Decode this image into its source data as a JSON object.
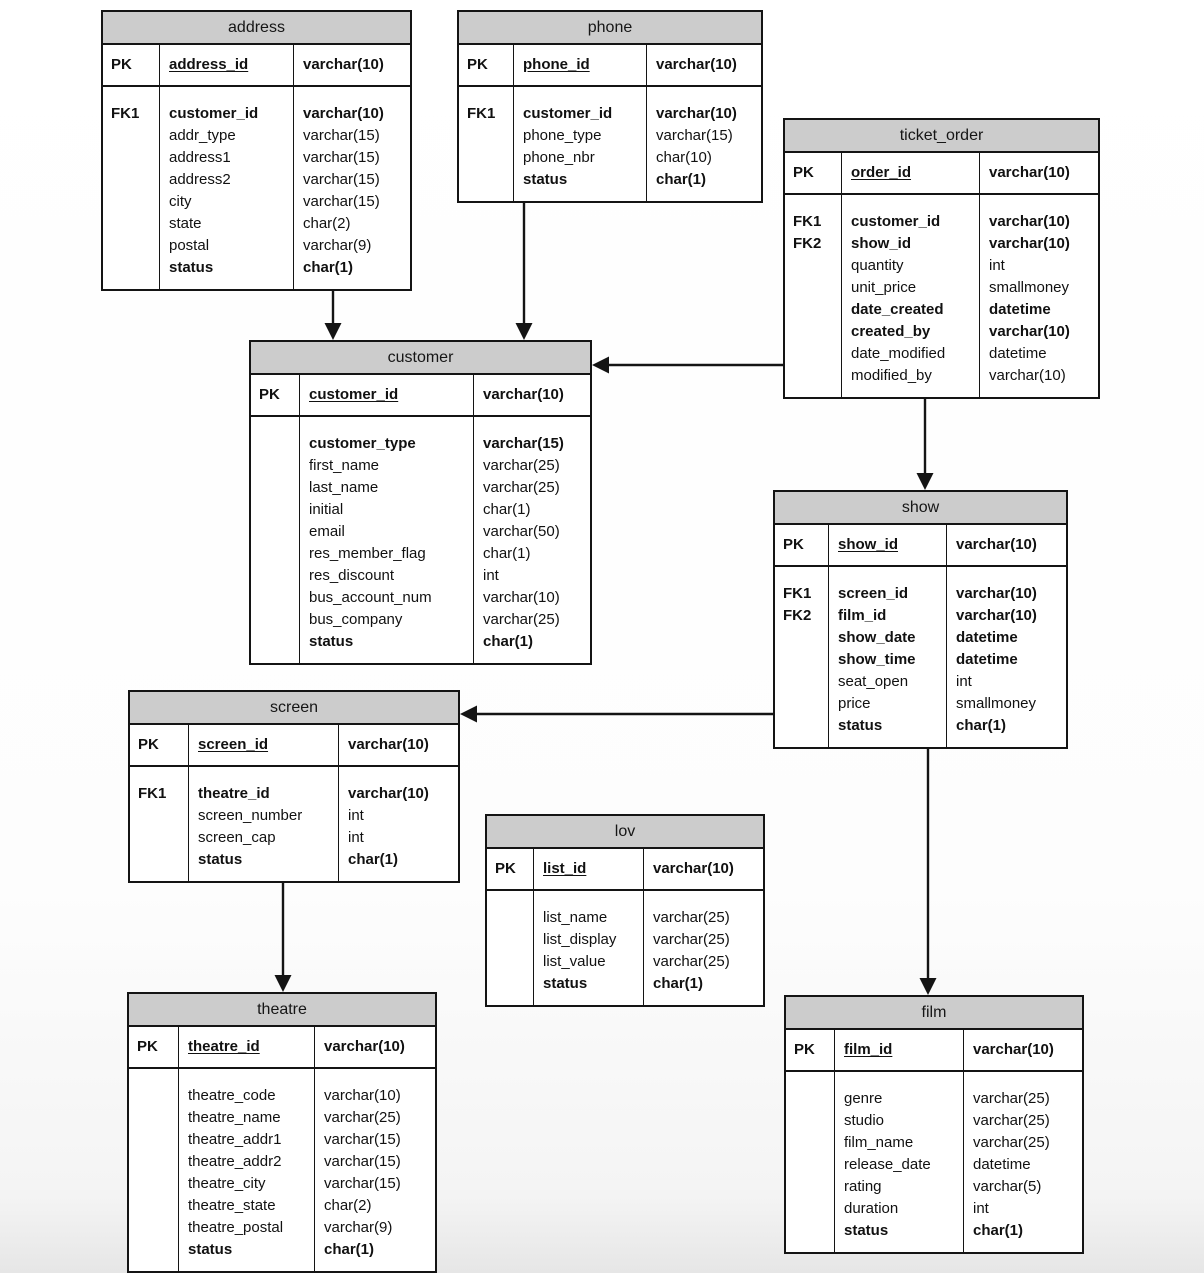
{
  "colors": {
    "table_header_bg": "#cccccc",
    "table_border": "#141414",
    "connector": "#141414",
    "page_background": "#ffffff"
  },
  "tables": {
    "address": {
      "title": "address",
      "pk": {
        "label": "PK",
        "field": "address_id",
        "type": "varchar(10)"
      },
      "body": [
        {
          "key": "FK1",
          "field": "customer_id",
          "type": "varchar(10)",
          "bold": true
        },
        {
          "key": "",
          "field": "addr_type",
          "type": "varchar(15)",
          "bold": false
        },
        {
          "key": "",
          "field": "address1",
          "type": "varchar(15)",
          "bold": false
        },
        {
          "key": "",
          "field": "address2",
          "type": "varchar(15)",
          "bold": false
        },
        {
          "key": "",
          "field": "city",
          "type": "varchar(15)",
          "bold": false
        },
        {
          "key": "",
          "field": "state",
          "type": "char(2)",
          "bold": false
        },
        {
          "key": "",
          "field": "postal",
          "type": "varchar(9)",
          "bold": false
        },
        {
          "key": "",
          "field": "status",
          "type": "char(1)",
          "bold": true
        }
      ]
    },
    "phone": {
      "title": "phone",
      "pk": {
        "label": "PK",
        "field": "phone_id",
        "type": "varchar(10)"
      },
      "body": [
        {
          "key": "FK1",
          "field": "customer_id",
          "type": "varchar(10)",
          "bold": true
        },
        {
          "key": "",
          "field": "phone_type",
          "type": "varchar(15)",
          "bold": false
        },
        {
          "key": "",
          "field": "phone_nbr",
          "type": "char(10)",
          "bold": false
        },
        {
          "key": "",
          "field": "status",
          "type": "char(1)",
          "bold": true
        }
      ]
    },
    "ticket_order": {
      "title": "ticket_order",
      "pk": {
        "label": "PK",
        "field": "order_id",
        "type": "varchar(10)"
      },
      "body": [
        {
          "key": "FK1",
          "field": "customer_id",
          "type": "varchar(10)",
          "bold": true
        },
        {
          "key": "FK2",
          "field": "show_id",
          "type": "varchar(10)",
          "bold": true
        },
        {
          "key": "",
          "field": "quantity",
          "type": "int",
          "bold": false
        },
        {
          "key": "",
          "field": "unit_price",
          "type": "smallmoney",
          "bold": false
        },
        {
          "key": "",
          "field": "date_created",
          "type": "datetime",
          "bold": true
        },
        {
          "key": "",
          "field": "created_by",
          "type": "varchar(10)",
          "bold": true
        },
        {
          "key": "",
          "field": "date_modified",
          "type": "datetime",
          "bold": false
        },
        {
          "key": "",
          "field": "modified_by",
          "type": "varchar(10)",
          "bold": false
        }
      ]
    },
    "customer": {
      "title": "customer",
      "pk": {
        "label": "PK",
        "field": "customer_id",
        "type": "varchar(10)"
      },
      "body": [
        {
          "key": "",
          "field": "customer_type",
          "type": "varchar(15)",
          "bold": true
        },
        {
          "key": "",
          "field": "first_name",
          "type": "varchar(25)",
          "bold": false
        },
        {
          "key": "",
          "field": "last_name",
          "type": "varchar(25)",
          "bold": false
        },
        {
          "key": "",
          "field": "initial",
          "type": "char(1)",
          "bold": false
        },
        {
          "key": "",
          "field": "email",
          "type": "varchar(50)",
          "bold": false
        },
        {
          "key": "",
          "field": "res_member_flag",
          "type": "char(1)",
          "bold": false
        },
        {
          "key": "",
          "field": "res_discount",
          "type": "int",
          "bold": false
        },
        {
          "key": "",
          "field": "bus_account_num",
          "type": "varchar(10)",
          "bold": false
        },
        {
          "key": "",
          "field": "bus_company",
          "type": "varchar(25)",
          "bold": false
        },
        {
          "key": "",
          "field": "status",
          "type": "char(1)",
          "bold": true
        }
      ]
    },
    "show": {
      "title": "show",
      "pk": {
        "label": "PK",
        "field": "show_id",
        "type": "varchar(10)"
      },
      "body": [
        {
          "key": "FK1",
          "field": "screen_id",
          "type": "varchar(10)",
          "bold": true
        },
        {
          "key": "FK2",
          "field": "film_id",
          "type": "varchar(10)",
          "bold": true
        },
        {
          "key": "",
          "field": "show_date",
          "type": "datetime",
          "bold": true
        },
        {
          "key": "",
          "field": "show_time",
          "type": "datetime",
          "bold": true
        },
        {
          "key": "",
          "field": "seat_open",
          "type": "int",
          "bold": false
        },
        {
          "key": "",
          "field": "price",
          "type": "smallmoney",
          "bold": false
        },
        {
          "key": "",
          "field": "status",
          "type": "char(1)",
          "bold": true
        }
      ]
    },
    "screen": {
      "title": "screen",
      "pk": {
        "label": "PK",
        "field": "screen_id",
        "type": "varchar(10)"
      },
      "body": [
        {
          "key": "FK1",
          "field": "theatre_id",
          "type": "varchar(10)",
          "bold": true
        },
        {
          "key": "",
          "field": "screen_number",
          "type": "int",
          "bold": false
        },
        {
          "key": "",
          "field": "screen_cap",
          "type": "int",
          "bold": false
        },
        {
          "key": "",
          "field": "status",
          "type": "char(1)",
          "bold": true
        }
      ]
    },
    "lov": {
      "title": "lov",
      "pk": {
        "label": "PK",
        "field": "list_id",
        "type": "varchar(10)"
      },
      "body": [
        {
          "key": "",
          "field": "list_name",
          "type": "varchar(25)",
          "bold": false
        },
        {
          "key": "",
          "field": "list_display",
          "type": "varchar(25)",
          "bold": false
        },
        {
          "key": "",
          "field": "list_value",
          "type": "varchar(25)",
          "bold": false
        },
        {
          "key": "",
          "field": "status",
          "type": "char(1)",
          "bold": true
        }
      ]
    },
    "theatre": {
      "title": "theatre",
      "pk": {
        "label": "PK",
        "field": "theatre_id",
        "type": "varchar(10)"
      },
      "body": [
        {
          "key": "",
          "field": "theatre_code",
          "type": "varchar(10)",
          "bold": false
        },
        {
          "key": "",
          "field": "theatre_name",
          "type": "varchar(25)",
          "bold": false
        },
        {
          "key": "",
          "field": "theatre_addr1",
          "type": "varchar(15)",
          "bold": false
        },
        {
          "key": "",
          "field": "theatre_addr2",
          "type": "varchar(15)",
          "bold": false
        },
        {
          "key": "",
          "field": "theatre_city",
          "type": "varchar(15)",
          "bold": false
        },
        {
          "key": "",
          "field": "theatre_state",
          "type": "char(2)",
          "bold": false
        },
        {
          "key": "",
          "field": "theatre_postal",
          "type": "varchar(9)",
          "bold": false
        },
        {
          "key": "",
          "field": "status",
          "type": "char(1)",
          "bold": true
        }
      ]
    },
    "film": {
      "title": "film",
      "pk": {
        "label": "PK",
        "field": "film_id",
        "type": "varchar(10)"
      },
      "body": [
        {
          "key": "",
          "field": "genre",
          "type": "varchar(25)",
          "bold": false
        },
        {
          "key": "",
          "field": "studio",
          "type": "varchar(25)",
          "bold": false
        },
        {
          "key": "",
          "field": "film_name",
          "type": "varchar(25)",
          "bold": false
        },
        {
          "key": "",
          "field": "release_date",
          "type": "datetime",
          "bold": false
        },
        {
          "key": "",
          "field": "rating",
          "type": "varchar(5)",
          "bold": false
        },
        {
          "key": "",
          "field": "duration",
          "type": "int",
          "bold": false
        },
        {
          "key": "",
          "field": "status",
          "type": "char(1)",
          "bold": true
        }
      ]
    }
  },
  "relationships": [
    {
      "from": "address",
      "to": "customer"
    },
    {
      "from": "phone",
      "to": "customer"
    },
    {
      "from": "ticket_order",
      "to": "customer"
    },
    {
      "from": "ticket_order",
      "to": "show"
    },
    {
      "from": "show",
      "to": "screen"
    },
    {
      "from": "show",
      "to": "film"
    },
    {
      "from": "screen",
      "to": "theatre"
    }
  ]
}
